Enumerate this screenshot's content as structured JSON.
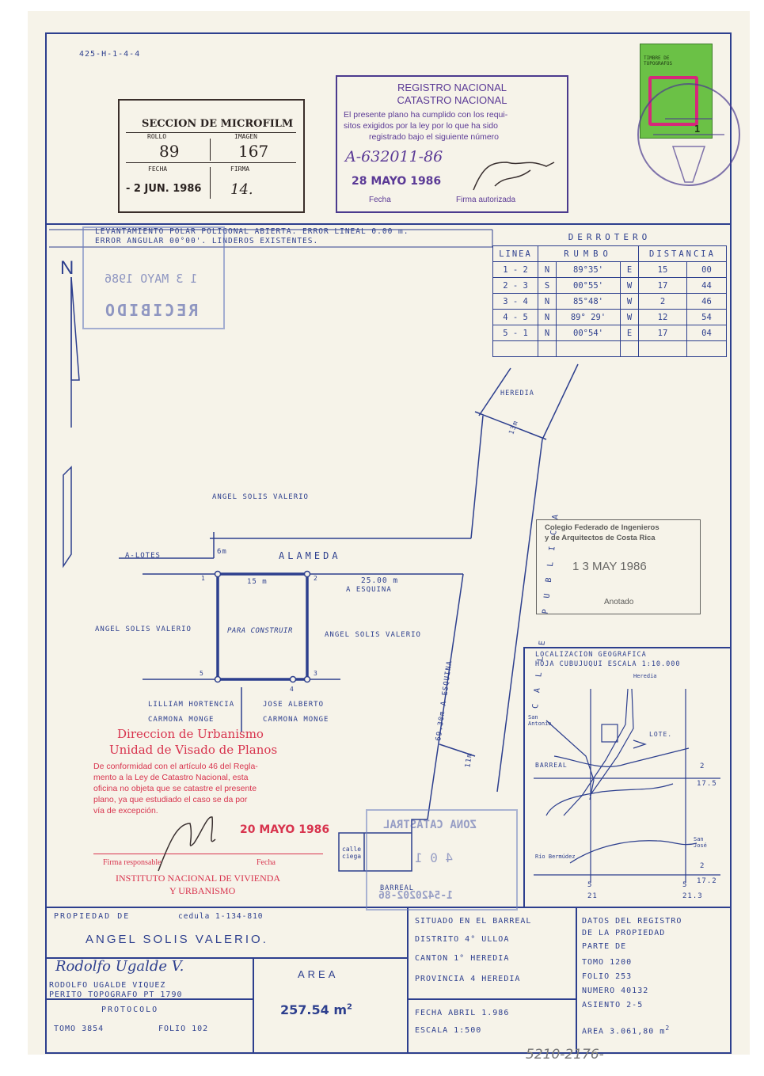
{
  "ref_code": "425-H-1-4-4",
  "microfilm": {
    "title": "SECCION DE MICROFILM",
    "rollo_label": "ROLLO",
    "rollo": "89",
    "imagen_label": "IMAGEN",
    "imagen": "167",
    "fecha_label": "FECHA",
    "fecha": "- 2 JUN. 1986",
    "firma_label": "FIRMA",
    "firma": "14."
  },
  "registro": {
    "line1": "REGISTRO NACIONAL",
    "line2": "CATASTRO NACIONAL",
    "body": [
      "El presente plano ha cumplido con los requi-",
      "sitos exigidos por la ley por lo que ha sido",
      "registrado bajo el siguiente número"
    ],
    "numero": "A-632011-86",
    "fecha": "28 MAYO 1986",
    "fecha_label": "Fecha",
    "firma_label": "Firma autorizada"
  },
  "timbre": {
    "text": "TIMBRE DE TOPOGRAFOS",
    "value": "1"
  },
  "notes": [
    "LEVANTAMIENTO POLAR POLIGONAL ABIERTA. ERROR LINEAL 0.00 m.",
    "ERROR ANGULAR 00°00'. LINDEROS EXISTENTES."
  ],
  "recibido": {
    "date": "1 3 MAYO 1986",
    "word": "RECIBIDO"
  },
  "derrotero": {
    "title": "DERROTERO",
    "headers": [
      "LINEA",
      "RUMBO",
      "DISTANCIA"
    ],
    "rows": [
      [
        "1 - 2",
        "N",
        "89°35'",
        "E",
        "15",
        "00"
      ],
      [
        "2 - 3",
        "S",
        "00°55'",
        "W",
        "17",
        "44"
      ],
      [
        "3 - 4",
        "N",
        "85°48'",
        "W",
        "2",
        "46"
      ],
      [
        "4 - 5",
        "N",
        "89° 29'",
        "W",
        "12",
        "54"
      ],
      [
        "5 - 1",
        "N",
        "00°54'",
        "E",
        "17",
        "04"
      ]
    ]
  },
  "map": {
    "north": "N",
    "heredia": "HEREDIA",
    "dim_13m": "13m",
    "angel_top": "ANGEL SOLIS VALERIO",
    "alameda": "ALAMEDA",
    "a_lotes": "A-LOTES",
    "dim_6m": "6m",
    "dim_15m": "15 m",
    "dim_25m": "25.00 m",
    "a_esquina": "A ESQUINA",
    "angel_left": "ANGEL SOLIS VALERIO",
    "para_construir": "PARA CONSTRUIR",
    "angel_right": "ANGEL SOLIS VALERIO",
    "lilliam1": "LILLIAM HORTENCIA",
    "lilliam2": "CARMONA MONGE",
    "jose1": "JOSE ALBERTO",
    "jose2": "CARMONA MONGE",
    "calle_publica": "CALLE PUBLICA",
    "dim_6930": "69.30m A ESQUINA",
    "dim_11m": "11m",
    "calle_ciega": "calle ciega",
    "barreal": "BARREAL",
    "vertices": [
      "1",
      "2",
      "3",
      "4",
      "5"
    ]
  },
  "colegio": {
    "line1": "Colegio Federado de Ingenieros",
    "line2": "y de Arquitectos de Costa Rica",
    "date": "1 3 MAY 1986",
    "anotado": "Anotado"
  },
  "localizacion": {
    "title1": "LOCALIZACION GEOGRAFICA",
    "title2": "HOJA CUBUJUQUI ESCALA 1:10.000",
    "heredia": "Heredia",
    "san_antonio": "San Antonio",
    "lote": "LOTE.",
    "barreal": "BARREAL",
    "rio": "Río Bermúdez",
    "san_jose": "San José",
    "c2a": "2",
    "c175": "17.5",
    "c2b": "2",
    "c172": "17.2",
    "c5a": "5",
    "c21": "21",
    "c5b": "5",
    "c213": "21.3"
  },
  "urbanismo": {
    "title1": "Direccion de Urbanismo",
    "title2": "Unidad de Visado de Planos",
    "body": [
      "De conformidad con el artículo 46 del Regla-",
      "mento a la Ley de Catastro Nacional, esta",
      "oficina no objeta que se catastre el presente",
      "plano, ya que estudiado el caso se da por",
      "vía de excepción."
    ],
    "fecha": "20 MAYO 1986",
    "firma_label": "Firma responsable",
    "fecha_label": "Fecha",
    "inst1": "INSTITUTO NACIONAL DE VIVIENDA",
    "inst2": "Y URBANISMO"
  },
  "zona": {
    "line1": "ZONA CATASTRAL",
    "line2": "4 0 1",
    "code": "1-5420202-86"
  },
  "footer": {
    "propiedad_label": "PROPIEDAD DE",
    "cedula": "cedula 1-134-810",
    "owner": "ANGEL SOLIS VALERIO.",
    "signature": "Rodolfo Ugalde V.",
    "topografo1": "RODOLFO UGALDE VIQUEZ",
    "topografo2": "PERITO TOPOGRAFO PT 1790",
    "protocolo": "PROTOCOLO",
    "tomo": "TOMO 3854",
    "folio": "FOLIO 102",
    "area_label": "AREA",
    "area": "257.54",
    "area_unit": "m",
    "situado": [
      "SITUADO EN EL BARREAL",
      "DISTRITO 4° ULLOA",
      "CANTON 1° HEREDIA",
      "PROVINCIA 4 HEREDIA"
    ],
    "fecha": "FECHA ABRIL 1.986",
    "escala": "ESCALA 1:500",
    "registro_title": [
      "DATOS DEL REGISTRO",
      "DE LA PROPIEDAD"
    ],
    "registro_rows": [
      "PARTE DE",
      "TOMO 1200",
      "FOLIO 253",
      "NUMERO 40132",
      "ASIENTO 2-5",
      "AREA 3.061,80 m"
    ]
  },
  "bottom_note": "5210-2176-",
  "colors": {
    "ink": "#2d3f8e",
    "stamp": "#4b3a8e",
    "red": "#d8344e",
    "paper": "#f6f3e9"
  }
}
